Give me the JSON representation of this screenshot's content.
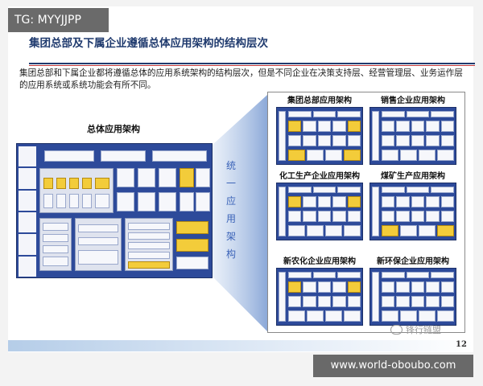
{
  "watermark_top": "TG: MYYJJPP",
  "watermark_bottom": "www.world-oboubo.com",
  "title": "集团总部及下属企业遵循总体应用架构的结构层次",
  "intro": "集团总部和下属企业都将遵循总体的应用系统架构的结构层次，但是不同企业在决策支持层、经营管理层、业务运作层的应用系统或系统功能会有所不同。",
  "overall": {
    "label": "总体应用架构"
  },
  "arch_vertical": [
    "统",
    "一",
    "应",
    "用",
    "架",
    "构"
  ],
  "enterprises": [
    {
      "name": "集团总部应用架构"
    },
    {
      "name": "销售企业应用架构"
    },
    {
      "name": "化工生产企业应用架构"
    },
    {
      "name": "煤矿生产应用架构"
    },
    {
      "name": "新农化企业应用架构"
    },
    {
      "name": "新环保企业应用架构"
    }
  ],
  "page_number": "12",
  "wechat_label": "锋行链盟",
  "colors": {
    "title": "#1f3a6e",
    "diagram_bg": "#2d4a9a",
    "highlight": "#f3cc3a",
    "beam": "#a9c2e6"
  }
}
